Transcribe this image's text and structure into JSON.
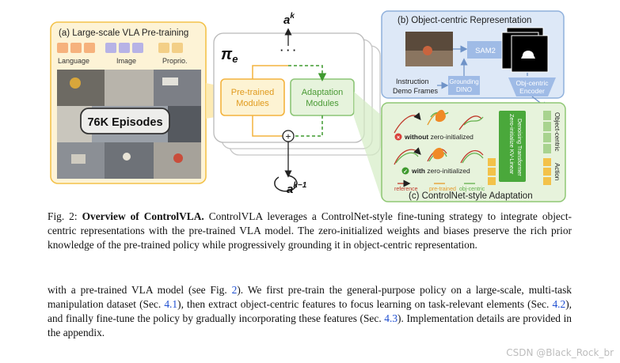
{
  "figure": {
    "panel_a": {
      "title": "(a) Large-scale VLA Pre-training",
      "legend": [
        "Language",
        "Image",
        "Proprio."
      ],
      "episodes": "76K Episodes"
    },
    "policy": {
      "pi": "π",
      "pi_sub": "e",
      "action_top": "a",
      "action_top_sup": "k",
      "dots": "· · ·",
      "pretrained_line1": "Pre-trained",
      "pretrained_line2": "Modules",
      "adaptation_line1": "Adaptation",
      "adaptation_line2": "Modules",
      "plus": "+",
      "action_prev": "a",
      "action_prev_sup": "k−1"
    },
    "panel_b": {
      "title": "(b) Object-centric Representation",
      "sam2": "SAM2",
      "instruction": "Instruction",
      "demo_frames": "Demo Frames",
      "grounding_line1": "Grounding",
      "grounding_line2": "DINO",
      "encoder_line1": "Obj-centric",
      "encoder_line2": "Encoder"
    },
    "panel_c": {
      "title": "(c) ControlNet-style Adaptation",
      "without_bold": "without",
      "without_rest": " zero-initialized",
      "with_bold": "with",
      "with_rest": " zero-initialized",
      "legend_reference": "reference",
      "legend_pretrained": "pre-trained",
      "legend_objcentric": "obj-centric",
      "transformer_line1": "Zero-initialize KV-Linear",
      "transformer_line2": "Denoising Transformer",
      "side_objcentric": "Object-centric",
      "side_action": "Action"
    }
  },
  "caption": {
    "label": "Fig. 2:",
    "title": "Overview of ControlVLA.",
    "text": "ControlVLA leverages a ControlNet-style fine-tuning strategy to integrate object-centric representations with the pre-trained VLA model. The zero-initialized weights and biases preserve the rich prior knowledge of the pre-trained policy while progressively grounding it in object-centric representation."
  },
  "paragraph": {
    "t1": "with a pre-trained VLA model (see Fig. ",
    "r1": "2",
    "t2": "). We first pre-train the general-purpose policy on a large-scale, multi-task manipulation dataset (Sec. ",
    "r2": "4.1",
    "t3": "), then extract object-centric features to focus learning on task-relevant elements (Sec. ",
    "r3": "4.2",
    "t4": "), and finally fine-tune the policy by gradually incorporating these features (Sec. ",
    "r4": "4.3",
    "t5": "). Implementation details are provided in the appendix."
  },
  "watermark": "CSDN @Black_Rock_br",
  "colors": {
    "panel_a_bg": "#fdf3d6",
    "panel_a_border": "#f3c24a",
    "panel_b_bg": "#dde8f7",
    "panel_b_border": "#8fb0dc",
    "panel_c_bg": "#e7f3dc",
    "panel_c_border": "#8fc774",
    "orange": "#f3b33e",
    "green": "#63b04c",
    "blue_box": "#9fbbe6",
    "ref_link": "#1f4fd1"
  }
}
